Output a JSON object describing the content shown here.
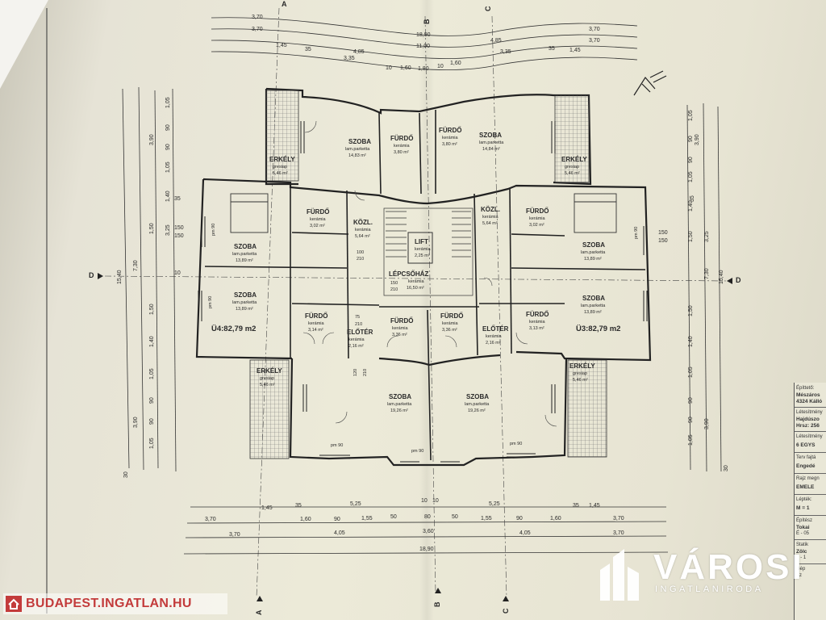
{
  "rooms": {
    "szoba_tl": {
      "name": "SZOBA",
      "floor": "lam.parketta",
      "area": "14,83 m²"
    },
    "szoba_tr": {
      "name": "SZOBA",
      "floor": "lam.parketta",
      "area": "14,84 m²"
    },
    "furdo_tl": {
      "name": "FÜRDŐ",
      "floor": "kerámia",
      "area": "3,80 m²"
    },
    "furdo_tr": {
      "name": "FÜRDŐ",
      "floor": "kerámia",
      "area": "3,80 m²"
    },
    "erkely_tl": {
      "name": "ERKÉLY",
      "floor": "gresiap",
      "area": "5,46 m²"
    },
    "erkely_tr": {
      "name": "ERKÉLY",
      "floor": "gresiap",
      "area": "5,46 m²"
    },
    "erkely_bl": {
      "name": "ERKÉLY",
      "floor": "gresiap",
      "area": "5,46 m²"
    },
    "erkely_br": {
      "name": "ERKÉLY",
      "floor": "gresiap",
      "area": "5,46 m²"
    },
    "furdo_ml": {
      "name": "FÜRDŐ",
      "floor": "kerámia",
      "area": "3,02 m²"
    },
    "furdo_mr": {
      "name": "FÜRDŐ",
      "floor": "kerámia",
      "area": "3,02 m²"
    },
    "kozl_l": {
      "name": "KÖZL.",
      "floor": "kerámia",
      "area": "5,64 m²"
    },
    "kozl_r": {
      "name": "KÖZL.",
      "floor": "kerámia",
      "area": "5,64 m²"
    },
    "lift": {
      "name": "LIFT",
      "floor": "kerámia",
      "area": "2,25 m²"
    },
    "lepcsohaz": {
      "name": "LÉPCSŐHÁZ",
      "floor": "kerámia",
      "area": "16,50 m²"
    },
    "szoba_l1": {
      "name": "SZOBA",
      "floor": "lam.parketta",
      "area": "13,89 m²"
    },
    "szoba_l2": {
      "name": "SZOBA",
      "floor": "lam.parketta",
      "area": "13,89 m²"
    },
    "szoba_r1": {
      "name": "SZOBA",
      "floor": "lam.parketta",
      "area": "13,89 m²"
    },
    "szoba_r2": {
      "name": "SZOBA",
      "floor": "lam.parketta",
      "area": "13,89 m²"
    },
    "furdo_bl": {
      "name": "FÜRDŐ",
      "floor": "kerámia",
      "area": "3,14 m²"
    },
    "furdo_bml": {
      "name": "FÜRDŐ",
      "floor": "kerámia",
      "area": "3,36 m²"
    },
    "furdo_bmr": {
      "name": "FÜRDŐ",
      "floor": "kerámia",
      "area": "3,36 m²"
    },
    "furdo_br": {
      "name": "FÜRDŐ",
      "floor": "kerámia",
      "area": "3,13 m²"
    },
    "eloter_l": {
      "name": "ELŐTÉR",
      "floor": "kerámia",
      "area": "2,16 m²"
    },
    "eloter_r": {
      "name": "ELŐTÉR",
      "floor": "kerámia",
      "area": "2,16 m²"
    },
    "szoba_bl": {
      "name": "SZOBA",
      "floor": "lam.parketta",
      "area": "19,26 m²"
    },
    "szoba_br": {
      "name": "SZOBA",
      "floor": "lam.parketta",
      "area": "19,26 m²"
    }
  },
  "units": {
    "left": "Ü4:82,79 m2",
    "right": "Ü3:82,79 m2"
  },
  "section_marks": {
    "a": "A",
    "b": "B",
    "c": "C",
    "d": "D"
  },
  "dims_top": {
    "r1": [
      "3,70",
      "18,90",
      "3,70"
    ],
    "r2": [
      "3,70",
      "11,00",
      "3,70"
    ],
    "r3": [
      "1,45",
      "35",
      "4,85",
      "4,85",
      "35",
      "1,45"
    ],
    "r4": [
      "3,35",
      "10",
      "1,60",
      "1,80",
      "10",
      "1,60",
      "3,35"
    ]
  },
  "dims_bottom": {
    "r1": [
      "1,45",
      "35",
      "5,25",
      "10",
      "10",
      "5,25",
      "35",
      "1,45"
    ],
    "r2": [
      "3,70",
      "1,60",
      "90",
      "1,55",
      "50",
      "80",
      "50",
      "1,55",
      "90",
      "1,60",
      "3,70"
    ],
    "r3": [
      "3,70",
      "4,05",
      "3,60",
      "4,05",
      "3,70"
    ],
    "r4": [
      "18,90"
    ]
  },
  "dims_left": [
    "3,90",
    "1,05",
    "90",
    "90",
    "1,05",
    "1,40",
    "1,50",
    "3,25",
    "1,50",
    "1,40",
    "1,05",
    "90",
    "90",
    "1,05",
    "3,90",
    "15,40",
    "7,30",
    "150",
    "150",
    "30",
    "35",
    "10"
  ],
  "dims_right": [
    "3,90",
    "1,05",
    "90",
    "90",
    "1,05",
    "1,40",
    "1,50",
    "3,25",
    "1,50",
    "1,40",
    "1,05",
    "90",
    "90",
    "1,05",
    "3,90",
    "15,40",
    "7,30",
    "150",
    "150",
    "30",
    "35"
  ],
  "door_labels": [
    "pm 90",
    "pm 90",
    "pm 90",
    "pm 90",
    "pm 90",
    "pm 90",
    "75",
    "210",
    "100",
    "210",
    "150",
    "210",
    "120",
    "210"
  ],
  "title_block": [
    "Építtető:",
    "Mészáros",
    "4324 Kálló",
    "Létesítmény",
    "Hajdúszo",
    "Hrsz: 256",
    "Létesítmény",
    "6 EGYS",
    "Terv fajtá",
    "Engedé",
    "Rajz megn",
    "EMELE",
    "Lépték:",
    "M = 1",
    "Építész",
    "Tokai",
    "É - 05",
    "Statik",
    "Zölc",
    "T - 1",
    "Gép",
    "Sz"
  ],
  "watermark_left": "BUDAPEST.INGATLAN.HU",
  "watermark_right": {
    "name": "VÁROSI",
    "sub": "INGATLANIRODA"
  },
  "colors": {
    "paper": "#ecead8",
    "ink": "#2a2a2a",
    "hatch": "#555555",
    "wm_red": "#c33b3b"
  }
}
